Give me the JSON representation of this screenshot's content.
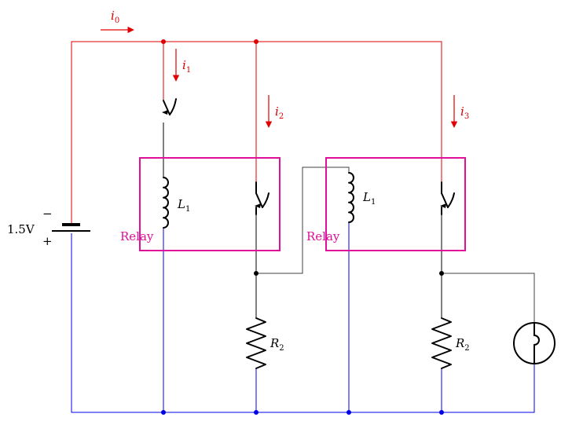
{
  "currents": {
    "i0": {
      "sym": "i",
      "sub": "0"
    },
    "i1": {
      "sym": "i",
      "sub": "1"
    },
    "i2": {
      "sym": "i",
      "sub": "2"
    },
    "i3": {
      "sym": "i",
      "sub": "3"
    }
  },
  "battery": {
    "voltage": "1.5V",
    "minus": "−",
    "plus": "+"
  },
  "relay_left": {
    "label": "Relay",
    "coil": {
      "sym": "L",
      "sub": "1"
    }
  },
  "relay_right": {
    "label": "Relay",
    "coil": {
      "sym": "L",
      "sub": "1"
    }
  },
  "resistor_left": {
    "sym": "R",
    "sub": "2"
  },
  "resistor_right": {
    "sym": "R",
    "sub": "2"
  },
  "colors": {
    "supply_wire": "#e00000",
    "return_wire": "#0000e6",
    "relay_box": "#e0109a"
  },
  "icons": {
    "lamp": "lamp-icon",
    "switch": "switch-icon",
    "battery": "battery-icon"
  }
}
